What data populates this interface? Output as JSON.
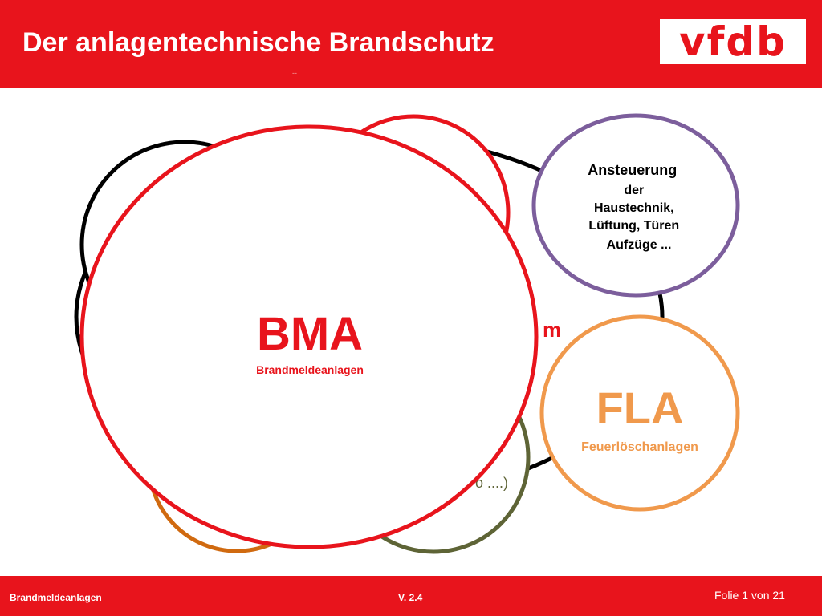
{
  "header": {
    "title": "Der anlagentechnische Brandschutz",
    "subtitle": "--",
    "logo_text": "vfdb"
  },
  "diagram": {
    "bma": {
      "title": "BMA",
      "label": "Brandmeldeanlagen",
      "color": "#e8141c"
    },
    "fla": {
      "title": "FLA",
      "label": "Feuerlöschanlagen",
      "color": "#f0994c"
    },
    "control": {
      "lines": [
        "Ansteuerung",
        "der",
        "Haustechnik,",
        "Lüftung, Türen",
        "Aufzüge ..."
      ],
      "color": "#7c5e9c"
    },
    "partial_texts": {
      "m": "m",
      "dots": "o ....)"
    },
    "colors": {
      "black": "#000000",
      "olive": "#5e6436",
      "orange": "#d06a10"
    }
  },
  "footer": {
    "left": "Brandmeldeanlagen",
    "center": "V. 2.4",
    "right": "Folie 1 von 21"
  }
}
